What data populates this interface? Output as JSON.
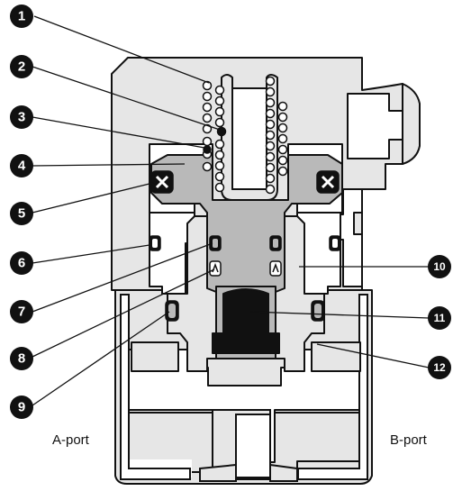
{
  "ports": {
    "a": "A-port",
    "b": "B-port"
  },
  "callouts": [
    {
      "id": "1",
      "label": "1"
    },
    {
      "id": "2",
      "label": "2"
    },
    {
      "id": "3",
      "label": "3"
    },
    {
      "id": "4",
      "label": "4"
    },
    {
      "id": "5",
      "label": "5"
    },
    {
      "id": "6",
      "label": "6"
    },
    {
      "id": "7",
      "label": "7"
    },
    {
      "id": "8",
      "label": "8"
    },
    {
      "id": "9",
      "label": "9"
    },
    {
      "id": "10",
      "label": "10"
    },
    {
      "id": "11",
      "label": "11"
    },
    {
      "id": "12",
      "label": "12"
    }
  ],
  "colors": {
    "body": "#e6e6e6",
    "piston": "#b9b9b9",
    "seat": "#111111",
    "outline": "#111111",
    "badge": "#111111"
  }
}
